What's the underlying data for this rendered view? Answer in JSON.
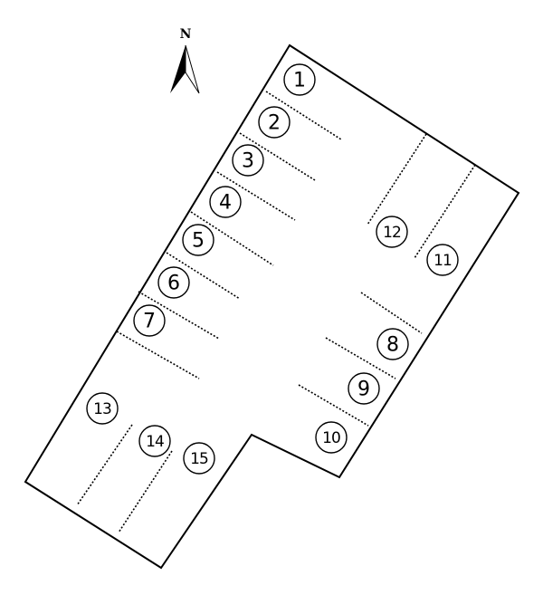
{
  "north_label": "N",
  "spaces": [
    {
      "label": "1"
    },
    {
      "label": "2"
    },
    {
      "label": "3"
    },
    {
      "label": "4"
    },
    {
      "label": "5"
    },
    {
      "label": "6"
    },
    {
      "label": "7"
    },
    {
      "label": "8"
    },
    {
      "label": "9"
    },
    {
      "label": "10"
    },
    {
      "label": "11"
    },
    {
      "label": "12"
    },
    {
      "label": "13"
    },
    {
      "label": "14"
    },
    {
      "label": "15"
    }
  ]
}
